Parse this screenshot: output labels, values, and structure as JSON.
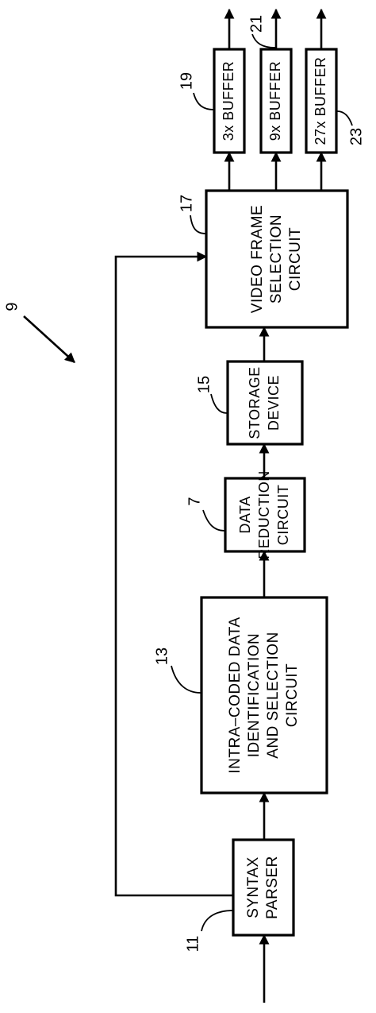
{
  "figure": {
    "reference": "9",
    "blocks": {
      "syntax_parser": {
        "ref": "11",
        "lines": [
          "SYNTAX",
          "PARSER"
        ]
      },
      "intra_coded": {
        "ref": "13",
        "lines": [
          "INTRA–CODED DATA",
          "IDENTIFICATION",
          "AND SELECTION",
          "CIRCUIT"
        ]
      },
      "data_reduction": {
        "ref": "7",
        "lines": [
          "DATA",
          "REDUCTION",
          "CIRCUIT"
        ]
      },
      "storage_device": {
        "ref": "15",
        "lines": [
          "STORAGE",
          "DEVICE"
        ]
      },
      "frame_selection": {
        "ref": "17",
        "lines": [
          "VIDEO FRAME",
          "SELECTION",
          "CIRCUIT"
        ]
      },
      "buffer_3x": {
        "ref": "19",
        "lines": [
          "3x BUFFER"
        ]
      },
      "buffer_9x": {
        "ref": "21",
        "lines": [
          "9x BUFFER"
        ]
      },
      "buffer_27x": {
        "ref": "23",
        "lines": [
          "27x BUFFER"
        ]
      }
    }
  }
}
